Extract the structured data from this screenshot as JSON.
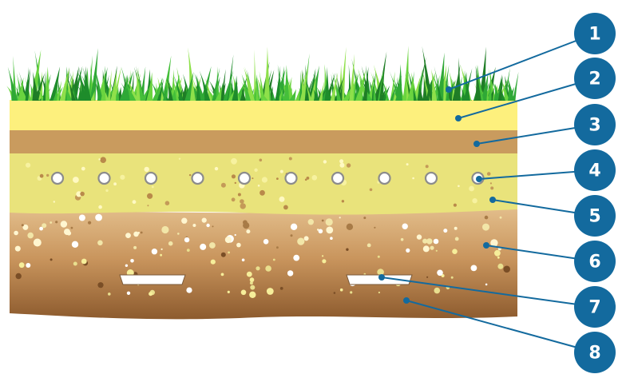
{
  "layers": [
    {
      "id": "grass",
      "color": "#3cae2f"
    },
    {
      "id": "topsoil",
      "color": "#fdf07d"
    },
    {
      "id": "band",
      "color": "#c99b5e"
    },
    {
      "id": "drainage",
      "color": "#e9e37b"
    },
    {
      "id": "sandy-subsoil",
      "color": "#dcb47f"
    },
    {
      "id": "clay-subsoil",
      "color": "#9b6b3a"
    }
  ],
  "callouts": [
    {
      "label": "1"
    },
    {
      "label": "2"
    },
    {
      "label": "3"
    },
    {
      "label": "4"
    },
    {
      "label": "5"
    },
    {
      "label": "6"
    },
    {
      "label": "7"
    },
    {
      "label": "8"
    }
  ],
  "colors": {
    "badge": "#136a9e",
    "leader": "#136a9e",
    "pipe_ring": "#8c8c8c",
    "slab": "#ffffff"
  }
}
